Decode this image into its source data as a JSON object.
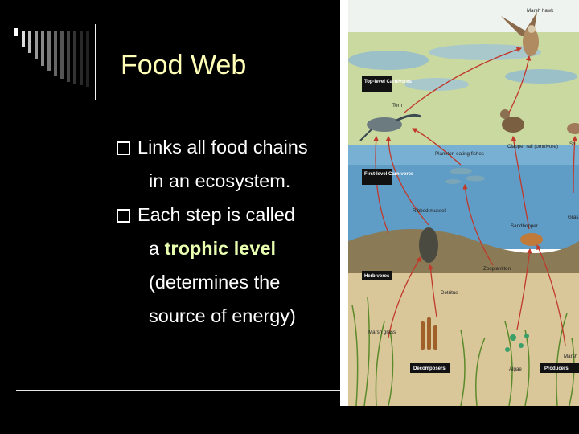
{
  "slide": {
    "title": "Food Web",
    "bullets": [
      {
        "lines": [
          "Links all food chains",
          "in an ecosystem."
        ]
      },
      {
        "lines": [
          "Each step is called",
          "a ",
          "trophic level",
          "(determines the",
          "source of energy)"
        ]
      }
    ]
  },
  "figure": {
    "organisms": {
      "marsh_hawk": "Marsh hawk",
      "tern": "Tern",
      "planktonfish": "Plankton-eating fishes",
      "clapper_rail": "Clapper rail (omnivore)",
      "shrimp_partial": "Sh",
      "ribbed_mussel": "Ribbed mussel",
      "sandhopper": "Sandhopper",
      "zooplankton": "Zooplankton",
      "grass_partial": "Gras",
      "detritus": "Detritus",
      "marsh_grass": "Marsh grass",
      "algae": "Algae",
      "marsh_partial": "Marsh"
    },
    "levels": {
      "top": "Top-level Carnivores",
      "first": "First-level Carnivores",
      "herbivores": "Herbivores",
      "decomposers": "Decomposers",
      "producers": "Producers"
    }
  },
  "colors": {
    "title": "#ffffb8",
    "text": "#ffffff",
    "highlight": "#e8ffb0",
    "arrow": "#c0392b",
    "water": "#5f9cc6"
  }
}
